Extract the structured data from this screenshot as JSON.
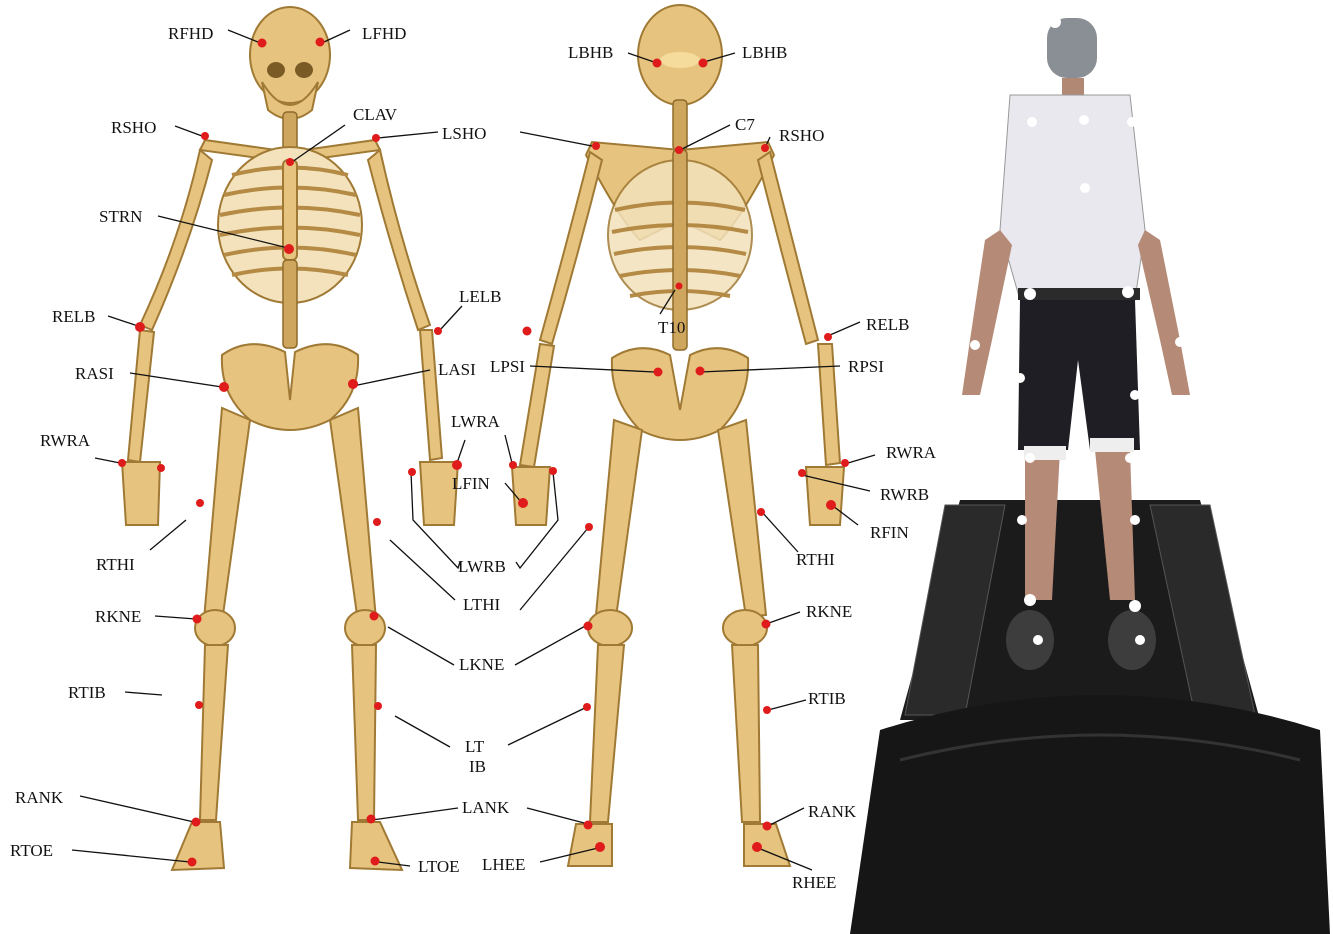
{
  "colors": {
    "marker": "#e01b1b",
    "bone": "#e6c47f",
    "leader": "#111111"
  },
  "front_view": {
    "labels": {
      "rfhd": "RFHD",
      "lfhd": "LFHD",
      "clav": "CLAV",
      "rsho": "RSHO",
      "lsho": "LSHO",
      "strn": "STRN",
      "relb": "RELB",
      "lelb": "LELB",
      "rasi": "RASI",
      "lasi": "LASI",
      "rwra": "RWRA",
      "lwra": "LWRA",
      "lfin": "LFIN",
      "lwrb": "LWRB",
      "rthi": "RTHI",
      "lthi": "LTHI",
      "rkne": "RKNE",
      "lkne": "LKNE",
      "rtib": "RTIB",
      "ltib_line1": "LT",
      "ltib_line2": "IB",
      "rank": "RANK",
      "lank": "LANK",
      "rtoe": "RTOE",
      "ltoe": "LTOE"
    }
  },
  "back_view": {
    "labels": {
      "lbhb": "LBHB",
      "rbhb": "LBHB",
      "lsho": "LSHO",
      "c7": "C7",
      "rsho": "RSHO",
      "t10": "T10",
      "relb": "RELB",
      "lpsi": "LPSI",
      "rpsi": "RPSI",
      "rwra": "RWRA",
      "rwrb": "RWRB",
      "rfin": "RFIN",
      "rthi": "RTHI",
      "rkne": "RKNE",
      "rtib": "RTIB",
      "rank": "RANK",
      "lhee": "LHEE",
      "rhee": "RHEE"
    }
  }
}
